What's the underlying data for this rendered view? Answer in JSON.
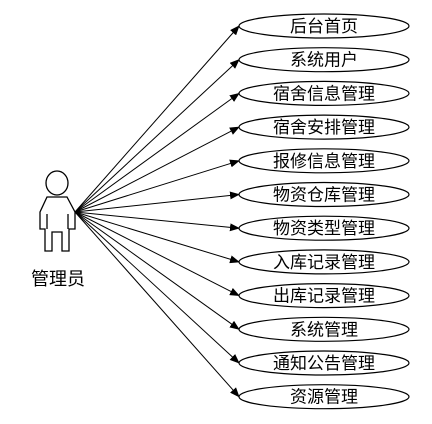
{
  "actor": {
    "label": "管理员"
  },
  "use_cases": [
    "后台首页",
    "系统用户",
    "宿舍信息管理",
    "宿舍安排管理",
    "报修信息管理",
    "物资仓库管理",
    "物资类型管理",
    "入库记录管理",
    "出库记录管理",
    "系统管理",
    "通知公告管理",
    "资源管理"
  ]
}
